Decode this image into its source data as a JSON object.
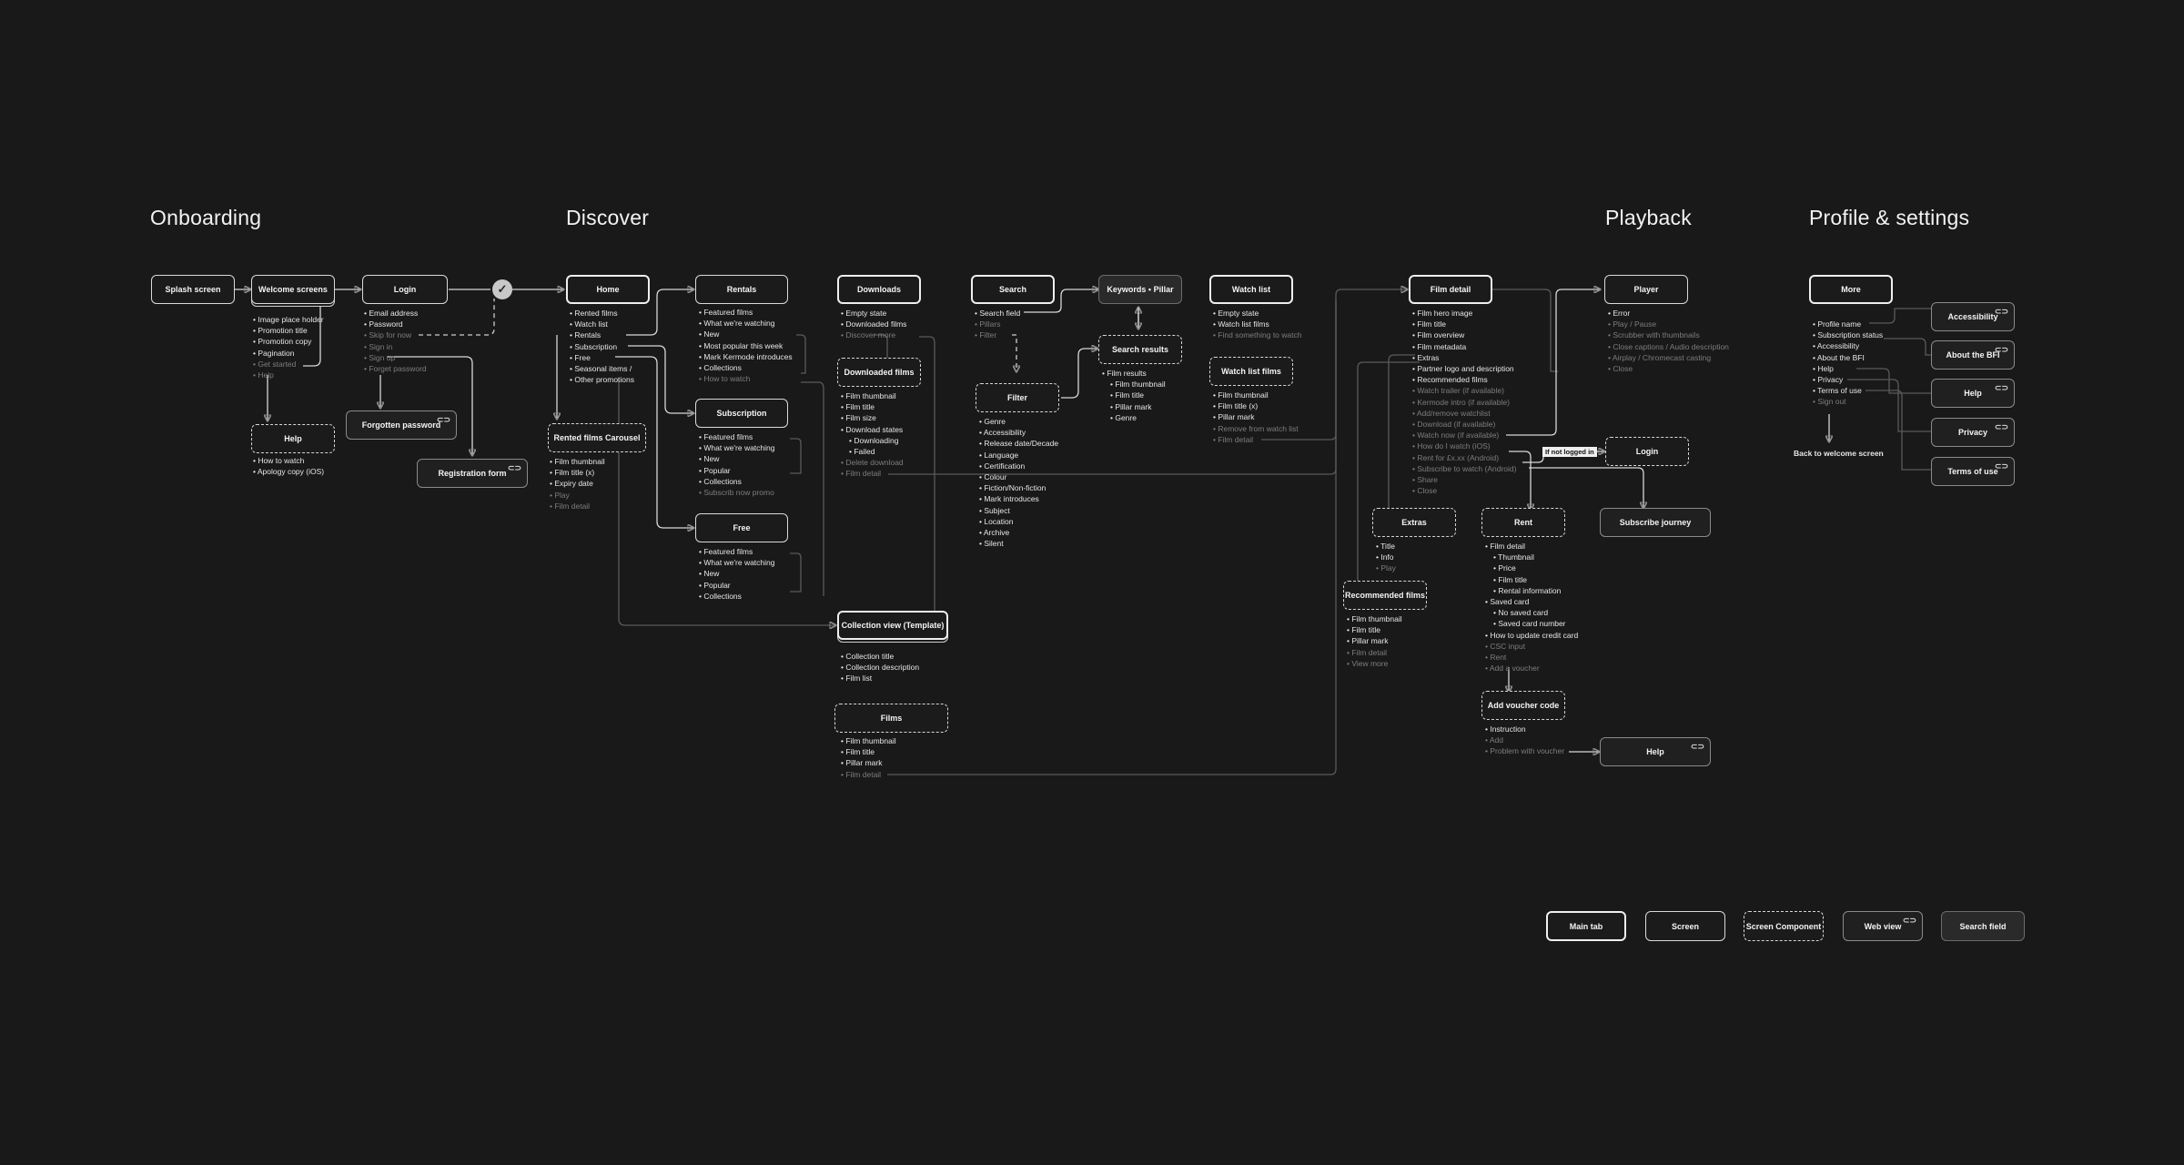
{
  "sections": {
    "onboarding": "Onboarding",
    "discover": "Discover",
    "playback": "Playback",
    "profile": "Profile & settings"
  },
  "onboarding": {
    "splash": "Splash screen",
    "welcome": "Welcome screens",
    "welcome_items": [
      "Image place holder",
      "Promotion title",
      "Promotion copy",
      "Pagination",
      "Get started",
      "Help"
    ],
    "help": "Help",
    "help_items": [
      "How to watch",
      "Apology copy (iOS)"
    ],
    "login": "Login",
    "login_items": [
      "Email address",
      "Password",
      "Skip for now",
      "Sign in",
      "Sign up",
      "Forget password"
    ],
    "forgotten": "Forgotten password",
    "registration": "Registration form"
  },
  "discover": {
    "home": "Home",
    "home_items": [
      "Rented films",
      "Watch list",
      "Rentals",
      "Subscription",
      "Free",
      "Seasonal items /",
      "Other promotions"
    ],
    "carousel": "Rented films Carousel",
    "carousel_items": [
      "Film thumbnail",
      "Film title (x)",
      "Expiry date",
      "Play",
      "Film detail"
    ],
    "rentals": "Rentals",
    "rentals_items": [
      "Featured films",
      "What we're watching",
      "New",
      "Most popular this week",
      "Mark Kermode introduces",
      "Collections",
      "How to watch"
    ],
    "subscription": "Subscription",
    "subscription_items": [
      "Featured films",
      "What we're watching",
      "New",
      "Popular",
      "Collections",
      "Subscrib now promo"
    ],
    "free": "Free",
    "free_items": [
      "Featured films",
      "What we're watching",
      "New",
      "Popular",
      "Collections"
    ],
    "downloads": "Downloads",
    "downloads_items": [
      "Empty state",
      "Downloaded films",
      "Discover more"
    ],
    "downloaded_films": "Downloaded films",
    "downloaded_items": [
      "Film thumbnail",
      "Film title",
      "Film size",
      "Download states",
      "Downloading",
      "Failed",
      "Delete download",
      "Film detail"
    ],
    "collection": "Collection view (Template)",
    "collection_items": [
      "Collection title",
      "Collection description",
      "Film list"
    ],
    "films": "Films",
    "films_items": [
      "Film thumbnail",
      "Film title",
      "Pillar mark",
      "Film detail"
    ],
    "search": "Search",
    "search_items": [
      "Search field",
      "Pillars",
      "Filter"
    ],
    "keywords": "Keywords • Pillar",
    "search_results": "Search results",
    "search_results_items": [
      "Film results",
      "Film thumbnail",
      "Film title",
      "Pillar mark",
      "Genre"
    ],
    "filter": "Filter",
    "filter_items": [
      "Genre",
      "Accessibility",
      "Release date/Decade",
      "Language",
      "Certification",
      "Colour",
      "Fiction/Non-fiction",
      "Mark introduces",
      "Subject",
      "Location",
      "Archive",
      "Silent"
    ],
    "watchlist": "Watch list",
    "watchlist_items": [
      "Empty state",
      "Watch list films",
      "Find something to watch"
    ],
    "watchlist_films": "Watch list films",
    "watchlist_films_items": [
      "Film thumbnail",
      "Film title (x)",
      "Pillar mark",
      "Remove from watch list",
      "Film detail"
    ]
  },
  "film_detail": {
    "title": "Film detail",
    "items": [
      "Film hero image",
      "Film title",
      "Film overview",
      "Film metadata",
      "Extras",
      "Partner logo and description",
      "Recommended films",
      "Watch trailer (if available)",
      "Kermode intro (if available)",
      "Add/remove watchlist",
      "Download (if available)",
      "Watch now (if available)",
      "How do I watch (iOS)",
      "Rent for £x.xx (Android)",
      "Subscribe to watch (Android)",
      "Share",
      "Close"
    ],
    "extras": "Extras",
    "extras_items": [
      "Title",
      "Info",
      "Play"
    ],
    "recommended": "Recommended films",
    "recommended_items": [
      "Film thumbnail",
      "Film title",
      "Pillar mark",
      "Film detail",
      "View more"
    ],
    "rent": "Rent",
    "rent_items": [
      "Film detail",
      "Thumbnail",
      "Price",
      "Film title",
      "Rental information",
      "Saved card",
      "No saved card",
      "Saved card number",
      "How to update credit card",
      "CSC input",
      "Rent",
      "Add a voucher"
    ],
    "voucher": "Add voucher code",
    "voucher_items": [
      "Instruction",
      "Add",
      "Problem with voucher"
    ],
    "help": "Help",
    "login": "Login",
    "not_logged_in": "If not logged in",
    "subscribe": "Subscribe journey"
  },
  "playback": {
    "player": "Player",
    "player_items": [
      "Error",
      "Play / Pause",
      "Scrubber with thumbnails",
      "Close captions / Audio description",
      "Airplay / Chromecast casting",
      "Close"
    ]
  },
  "profile": {
    "more": "More",
    "more_items": [
      "Profile name",
      "Subscription status",
      "Accessibility",
      "About the BFI",
      "Help",
      "Privacy",
      "Terms of use",
      "Sign out"
    ],
    "back_to_welcome": "Back to welcome screen",
    "accessibility": "Accessibility",
    "about": "About the BFI",
    "help": "Help",
    "privacy": "Privacy",
    "terms": "Terms of use"
  },
  "legend": {
    "main_tab": "Main tab",
    "screen": "Screen",
    "component": "Screen Component",
    "web_view": "Web view",
    "search_field": "Search field"
  },
  "icons": {
    "check": "check-icon",
    "web_link": "link-icon"
  }
}
